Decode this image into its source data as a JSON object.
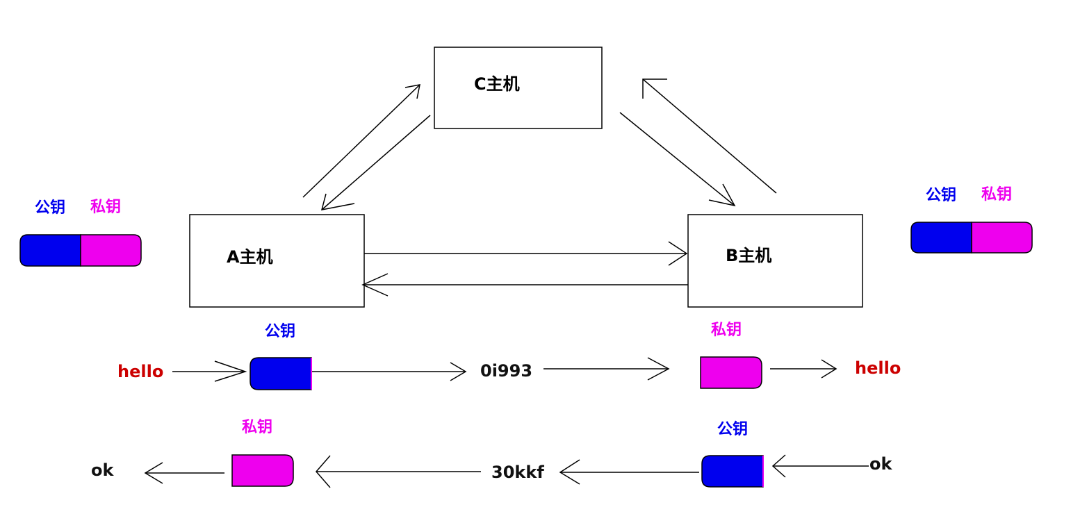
{
  "colors": {
    "public_key": "#0000ee",
    "private_key": "#ee00ee",
    "message": "#cc0000",
    "line": "#000000"
  },
  "hosts": {
    "a": "A主机",
    "b": "B主机",
    "c": "C主机"
  },
  "key_pairs": {
    "a_public": "公钥",
    "a_private": "私钥",
    "b_public": "公钥",
    "b_private": "私钥"
  },
  "flow_top": {
    "key_public_label": "公钥",
    "key_private_label": "私钥",
    "plaintext_in": "hello",
    "ciphertext": "0i993",
    "plaintext_out": "hello"
  },
  "flow_bottom": {
    "key_private_label": "私钥",
    "key_public_label": "公钥",
    "plaintext_in": "ok",
    "ciphertext": "30kkf",
    "plaintext_out": "ok"
  }
}
